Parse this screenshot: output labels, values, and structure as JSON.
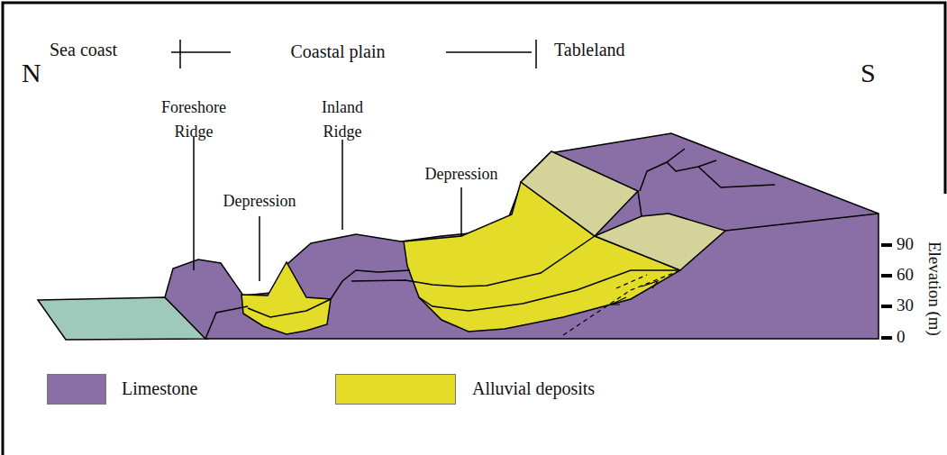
{
  "diagram": {
    "labels": [
      "Sea coast",
      "Coastal plain",
      "Tableland",
      "N",
      "S",
      "Foreshore Ridge",
      "Depression",
      "Inland Ridge",
      "Depression",
      "90",
      "60",
      "30",
      "0",
      "Elevation (m)"
    ],
    "legend": [
      {
        "text": "Limestone",
        "color": "#8a6fa6"
      },
      {
        "text": "Alluvial deposits",
        "color": "#e3dd2a"
      }
    ]
  }
}
